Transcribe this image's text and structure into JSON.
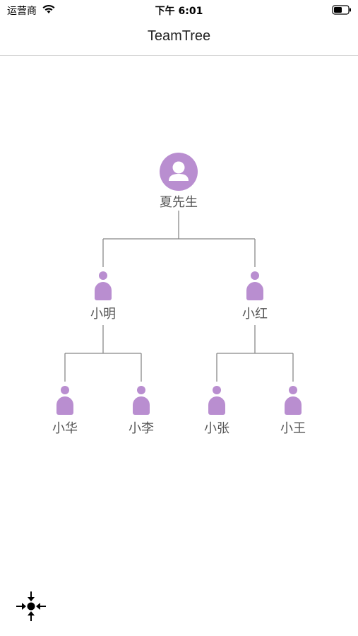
{
  "status_bar": {
    "carrier": "运营商",
    "time": "下午 6:01"
  },
  "nav": {
    "title": "TeamTree"
  },
  "tree": {
    "root": {
      "name": "夏先生",
      "icon": "user-circle-icon"
    },
    "level1": [
      {
        "name": "小明",
        "icon": "person-icon"
      },
      {
        "name": "小红",
        "icon": "person-icon"
      }
    ],
    "level2": [
      {
        "name": "小华",
        "icon": "person-icon"
      },
      {
        "name": "小李",
        "icon": "person-icon"
      },
      {
        "name": "小张",
        "icon": "person-icon"
      },
      {
        "name": "小王",
        "icon": "person-icon"
      }
    ],
    "node_color": "#b98ed0",
    "line_color": "#888888"
  },
  "controls": {
    "zoom_icon": "collapse-arrows-icon"
  }
}
